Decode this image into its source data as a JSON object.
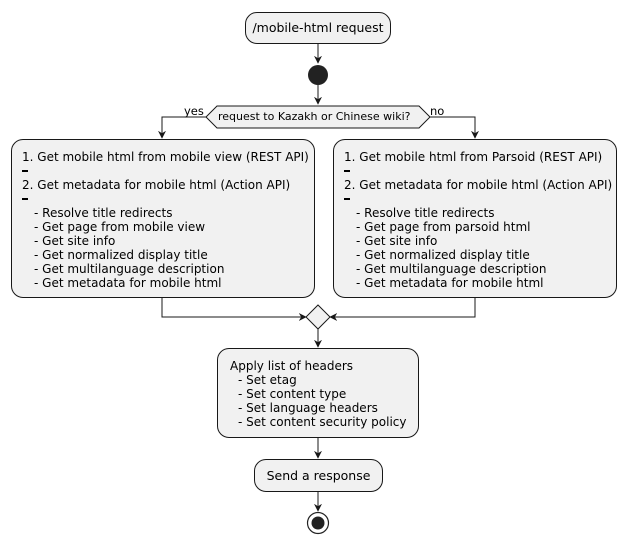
{
  "request": {
    "label": "/mobile-html request"
  },
  "condition": {
    "label": "request to Kazakh or Chinese wiki?",
    "yes_label": "yes",
    "no_label": "no"
  },
  "left_branch": {
    "step1": "1. Get mobile html from mobile view (REST API)",
    "step2": "2. Get metadata for mobile html (Action API)",
    "items": [
      "- Resolve title redirects",
      "- Get page from mobile view",
      "- Get site info",
      "- Get normalized display title",
      "- Get multilanguage description",
      "- Get metadata for mobile html"
    ]
  },
  "right_branch": {
    "step1": "1. Get mobile html from Parsoid (REST API)",
    "step2": "2. Get metadata for mobile html (Action API)",
    "items": [
      "- Resolve title redirects",
      "- Get page from parsoid html",
      "- Get site info",
      "- Get normalized display title",
      "- Get multilanguage description",
      "- Get metadata for mobile html"
    ]
  },
  "headers": {
    "title": "Apply list of headers",
    "items": [
      "- Set etag",
      "- Set content type",
      "- Set language headers",
      "- Set content security policy"
    ]
  },
  "response": {
    "label": "Send a response"
  }
}
